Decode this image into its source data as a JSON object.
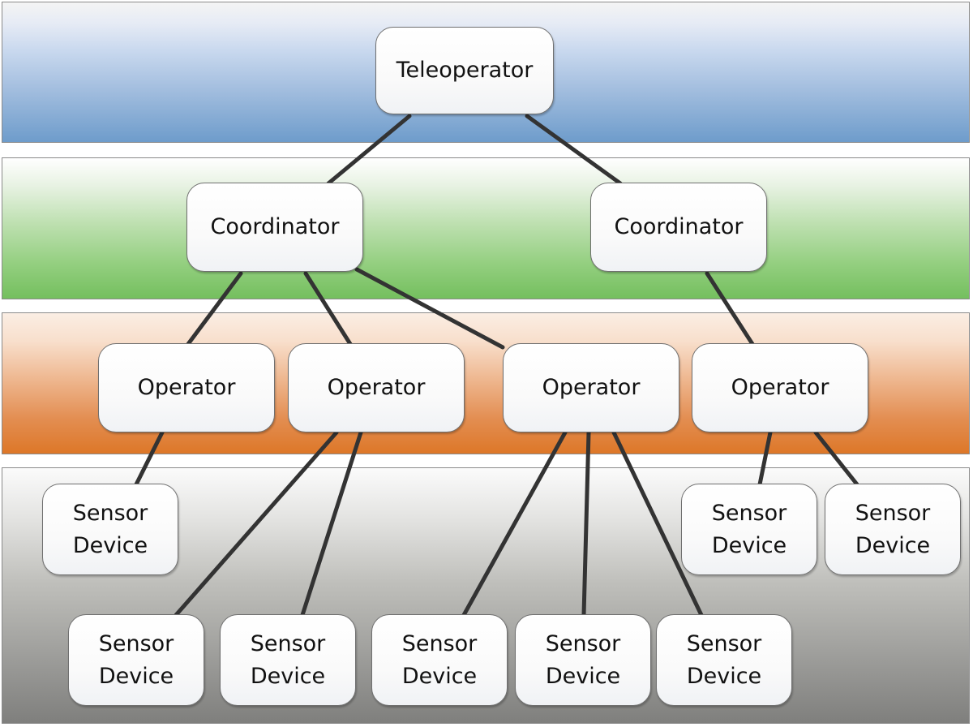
{
  "diagram": {
    "title": "Hierarchical teleoperation architecture",
    "layers": [
      {
        "id": "layer-teleoperator",
        "color": "#6e9ccb"
      },
      {
        "id": "layer-coordinator",
        "color": "#74bf5e"
      },
      {
        "id": "layer-operator",
        "color": "#dd7728"
      },
      {
        "id": "layer-sensor",
        "color": "#7f7f7d"
      }
    ],
    "nodes": [
      {
        "id": "teleoperator",
        "label": "Teleoperator",
        "layer": 0
      },
      {
        "id": "coordinator-1",
        "label": "Coordinator",
        "layer": 1
      },
      {
        "id": "coordinator-2",
        "label": "Coordinator",
        "layer": 1
      },
      {
        "id": "operator-1",
        "label": "Operator",
        "layer": 2
      },
      {
        "id": "operator-2",
        "label": "Operator",
        "layer": 2
      },
      {
        "id": "operator-3",
        "label": "Operator",
        "layer": 2
      },
      {
        "id": "operator-4",
        "label": "Operator",
        "layer": 2
      },
      {
        "id": "sensor-1",
        "label": "Sensor\nDevice",
        "layer": 3
      },
      {
        "id": "sensor-2",
        "label": "Sensor\nDevice",
        "layer": 3
      },
      {
        "id": "sensor-3",
        "label": "Sensor\nDevice",
        "layer": 3
      },
      {
        "id": "sensor-4",
        "label": "Sensor\nDevice",
        "layer": 3
      },
      {
        "id": "sensor-5",
        "label": "Sensor\nDevice",
        "layer": 3
      },
      {
        "id": "sensor-6",
        "label": "Sensor\nDevice",
        "layer": 3
      },
      {
        "id": "sensor-7",
        "label": "Sensor\nDevice",
        "layer": 3
      },
      {
        "id": "sensor-8",
        "label": "Sensor\nDevice",
        "layer": 3
      }
    ],
    "edges": [
      [
        "teleoperator",
        "coordinator-1"
      ],
      [
        "teleoperator",
        "coordinator-2"
      ],
      [
        "coordinator-1",
        "operator-1"
      ],
      [
        "coordinator-1",
        "operator-2"
      ],
      [
        "coordinator-1",
        "operator-3"
      ],
      [
        "coordinator-2",
        "operator-4"
      ],
      [
        "operator-1",
        "sensor-1"
      ],
      [
        "operator-2",
        "sensor-2"
      ],
      [
        "operator-2",
        "sensor-3"
      ],
      [
        "operator-3",
        "sensor-4"
      ],
      [
        "operator-3",
        "sensor-5"
      ],
      [
        "operator-3",
        "sensor-6"
      ],
      [
        "operator-4",
        "sensor-7"
      ],
      [
        "operator-4",
        "sensor-8"
      ]
    ]
  }
}
